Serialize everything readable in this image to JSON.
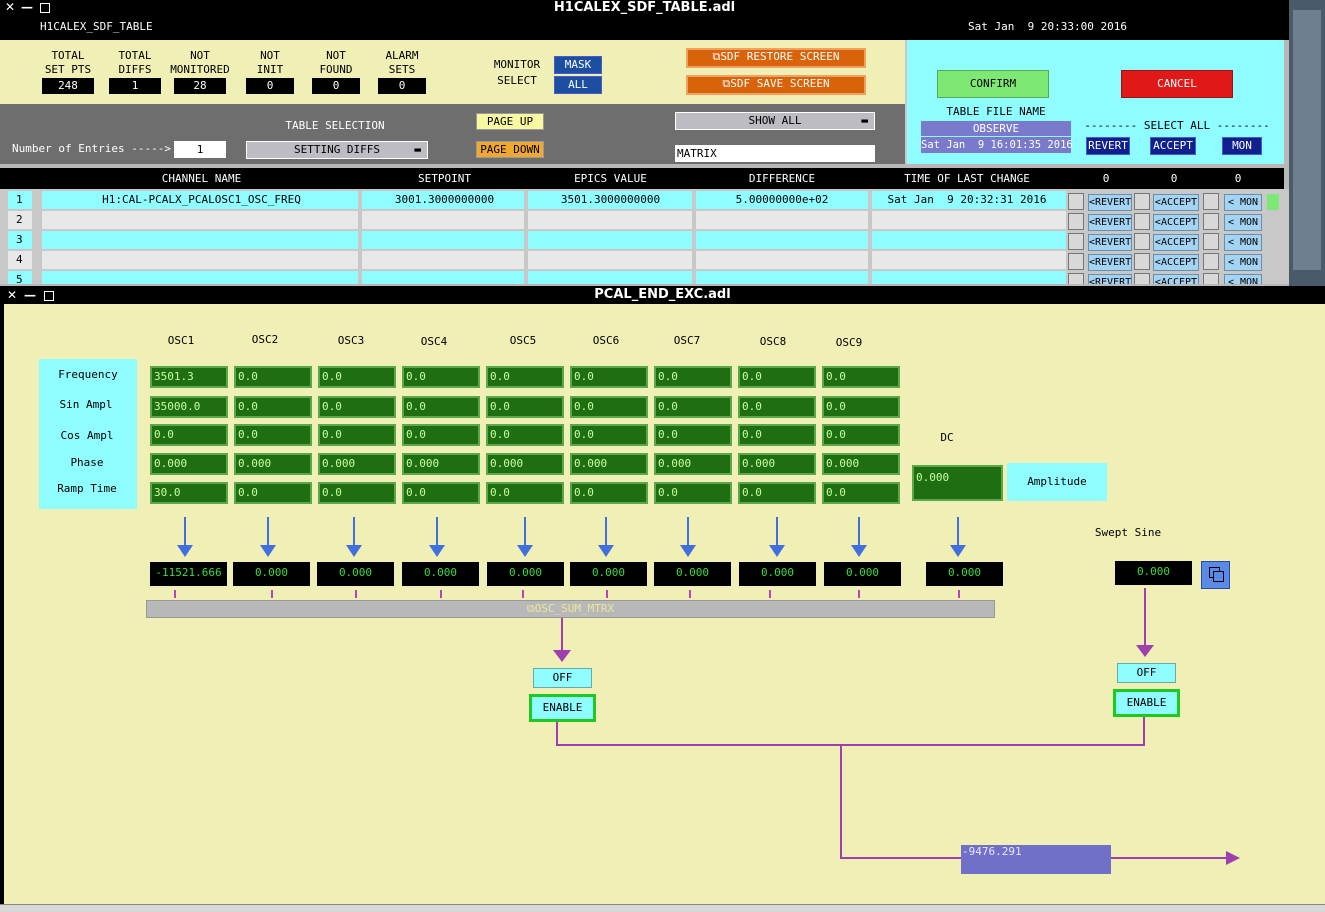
{
  "sdf": {
    "title": "H1CALEX_SDF_TABLE.adl",
    "subtitle": "H1CALEX_SDF_TABLE",
    "datetime": "Sat Jan  9 20:33:00 2016",
    "stats": [
      {
        "label1": "TOTAL",
        "label2": "SET PTS",
        "value": "248"
      },
      {
        "label1": "TOTAL",
        "label2": "DIFFS",
        "value": "1"
      },
      {
        "label1": "NOT",
        "label2": "MONITORED",
        "value": "28"
      },
      {
        "label1": "NOT",
        "label2": "INIT",
        "value": "0"
      },
      {
        "label1": "NOT",
        "label2": "FOUND",
        "value": "0"
      },
      {
        "label1": "ALARM",
        "label2": "SETS",
        "value": "0"
      }
    ],
    "monitor_select": {
      "label1": "MONITOR",
      "label2": "SELECT",
      "mask": "MASK",
      "all": "ALL"
    },
    "restore_btn": "SDF RESTORE SCREEN",
    "save_btn": "SDF SAVE SCREEN",
    "confirm": "CONFIRM",
    "cancel": "CANCEL",
    "table_file_name_label": "TABLE FILE NAME",
    "table_file_name": "OBSERVE",
    "file_date": "Sat Jan  9 16:01:35 2016",
    "select_all_label": "-------- SELECT ALL --------",
    "revert": "REVERT",
    "accept": "ACCEPT",
    "mon": "MON",
    "num_entries_label": "Number of Entries ----->",
    "num_entries": "1",
    "table_selection_label": "TABLE SELECTION",
    "table_selection": "SETTING DIFFS",
    "page_up": "PAGE UP",
    "page_down": "PAGE DOWN",
    "show_all": "SHOW ALL",
    "filter": "MATRIX",
    "columns": {
      "channel": "CHANNEL NAME",
      "setpoint": "SETPOINT",
      "epics": "EPICS VALUE",
      "difference": "DIFFERENCE",
      "time": "TIME OF LAST CHANGE",
      "c1": "0",
      "c2": "0",
      "c3": "0"
    },
    "rows": [
      {
        "num": "1",
        "channel": "H1:CAL-PCALX_PCALOSC1_OSC_FREQ",
        "setpoint": "3001.3000000000",
        "epics": "3501.3000000000",
        "difference": "5.00000000e+02",
        "time": "Sat Jan  9 20:32:31 2016"
      },
      {
        "num": "2",
        "channel": "",
        "setpoint": "",
        "epics": "",
        "difference": "",
        "time": ""
      },
      {
        "num": "3",
        "channel": "",
        "setpoint": "",
        "epics": "",
        "difference": "",
        "time": ""
      },
      {
        "num": "4",
        "channel": "",
        "setpoint": "",
        "epics": "",
        "difference": "",
        "time": ""
      },
      {
        "num": "5",
        "channel": "",
        "setpoint": "",
        "epics": "",
        "difference": "",
        "time": ""
      }
    ],
    "row_revert": "<REVERT",
    "row_accept": "<ACCEPT",
    "row_mon": "< MON"
  },
  "pcal": {
    "title": "PCAL_END_EXC.adl",
    "osc_headers": [
      "OSC1",
      "OSC2",
      "OSC3",
      "OSC4",
      "OSC5",
      "OSC6",
      "OSC7",
      "OSC8",
      "OSC9"
    ],
    "row_labels": [
      "Frequency",
      "Sin Ampl",
      "Cos Ampl",
      "Phase",
      "Ramp Time"
    ],
    "grid": [
      [
        "3501.3",
        "0.0",
        "0.0",
        "0.0",
        "0.0",
        "0.0",
        "0.0",
        "0.0",
        "0.0"
      ],
      [
        "35000.0",
        "0.0",
        "0.0",
        "0.0",
        "0.0",
        "0.0",
        "0.0",
        "0.0",
        "0.0"
      ],
      [
        "0.0",
        "0.0",
        "0.0",
        "0.0",
        "0.0",
        "0.0",
        "0.0",
        "0.0",
        "0.0"
      ],
      [
        "0.000",
        "0.000",
        "0.000",
        "0.000",
        "0.000",
        "0.000",
        "0.000",
        "0.000",
        "0.000"
      ],
      [
        "30.0",
        "0.0",
        "0.0",
        "0.0",
        "0.0",
        "0.0",
        "0.0",
        "0.0",
        "0.0"
      ]
    ],
    "dc_label": "DC",
    "dc_value": "0.000",
    "amplitude_label": "Amplitude",
    "outputs": [
      "-11521.666",
      "0.000",
      "0.000",
      "0.000",
      "0.000",
      "0.000",
      "0.000",
      "0.000",
      "0.000"
    ],
    "dc_output": "0.000",
    "swept_sine_label": "Swept Sine",
    "swept_sine_value": "0.000",
    "sum_matrix": "OSC_SUM_MTRX",
    "off": "OFF",
    "enable": "ENABLE",
    "final_output": "-9476.291"
  }
}
